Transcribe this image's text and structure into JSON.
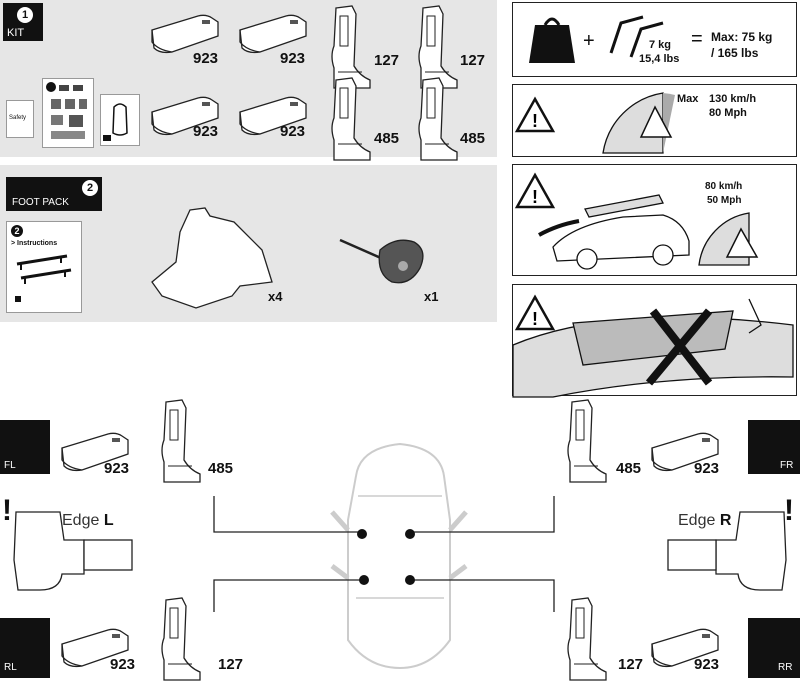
{
  "kit": {
    "badge": "1",
    "label": "KIT",
    "doc_safety": "Safety",
    "parts": [
      {
        "code": "923"
      },
      {
        "code": "923"
      },
      {
        "code": "127"
      },
      {
        "code": "127"
      },
      {
        "code": "923"
      },
      {
        "code": "923"
      },
      {
        "code": "485"
      },
      {
        "code": "485"
      }
    ]
  },
  "footpack": {
    "badge": "2",
    "label": "FOOT PACK",
    "doc_badge": "2",
    "doc_title": "> Instructions",
    "foot_qty": "x4",
    "key_qty": "x1"
  },
  "info": {
    "weight_car": "7 kg",
    "weight_car_lbs": "15,4 lbs",
    "max_load": "Max: 75 kg",
    "max_load_lbs": "/ 165 lbs",
    "speed_max_label": "Max",
    "speed_max_kmh": "130 km/h",
    "speed_max_mph": "80 Mph",
    "speed_load_kmh": "80 km/h",
    "speed_load_mph": "50 Mph",
    "plus": "+",
    "equals": "="
  },
  "positions": {
    "fl": {
      "tag": "FL",
      "bar": "923",
      "foot": "485"
    },
    "fr": {
      "tag": "FR",
      "bar": "923",
      "foot": "485"
    },
    "rl": {
      "tag": "RL",
      "bar": "923",
      "foot": "127"
    },
    "rr": {
      "tag": "RR",
      "bar": "923",
      "foot": "127"
    },
    "edge_left": {
      "prefix": "Edge",
      "side": "L"
    },
    "edge_right": {
      "prefix": "Edge",
      "side": "R"
    },
    "warning_mark": "!"
  }
}
